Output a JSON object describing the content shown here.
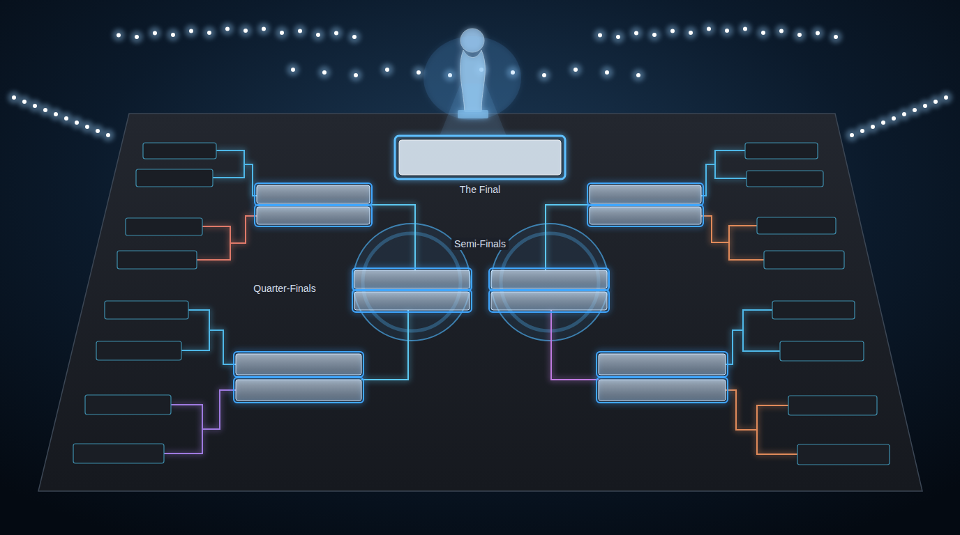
{
  "diagram": {
    "labels": [
      "The Final",
      "Semi-Finals",
      "Quarter-Finals"
    ]
  }
}
